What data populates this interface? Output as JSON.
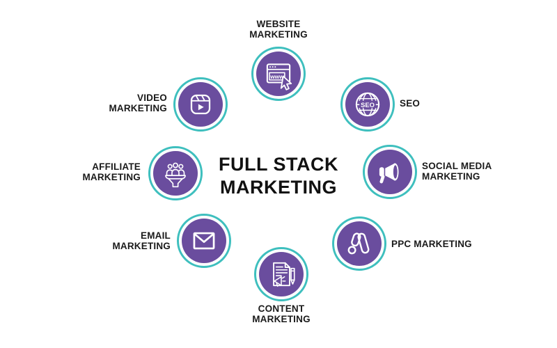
{
  "title": {
    "line1": "FULL STACK",
    "line2": "MARKETING"
  },
  "colors": {
    "circle_purple": "#6a4d9e",
    "ring_teal": "#3ebfbe",
    "label_text": "#1a1a1a",
    "background": "#ffffff"
  },
  "nodes": [
    {
      "label": "WEBSITE\nMARKETING",
      "icon": "browser-www-icon",
      "label_position": "top"
    },
    {
      "label": "SEO",
      "icon": "seo-globe-icon",
      "label_position": "right"
    },
    {
      "label": "SOCIAL MEDIA\nMARKETING",
      "icon": "megaphone-icon",
      "label_position": "right"
    },
    {
      "label": "PPC MARKETING",
      "icon": "google-ads-icon",
      "label_position": "right"
    },
    {
      "label": "CONTENT\nMARKETING",
      "icon": "document-pencil-icon",
      "label_position": "bottom"
    },
    {
      "label": "EMAIL\nMARKETING",
      "icon": "envelope-icon",
      "label_position": "left"
    },
    {
      "label": "AFFILIATE\nMARKETING",
      "icon": "people-funnel-icon",
      "label_position": "left"
    },
    {
      "label": "VIDEO\nMARKETING",
      "icon": "reels-play-icon",
      "label_position": "left"
    },
    {
      "label_seo_text": "SEO",
      "label_www_text": "www"
    }
  ]
}
